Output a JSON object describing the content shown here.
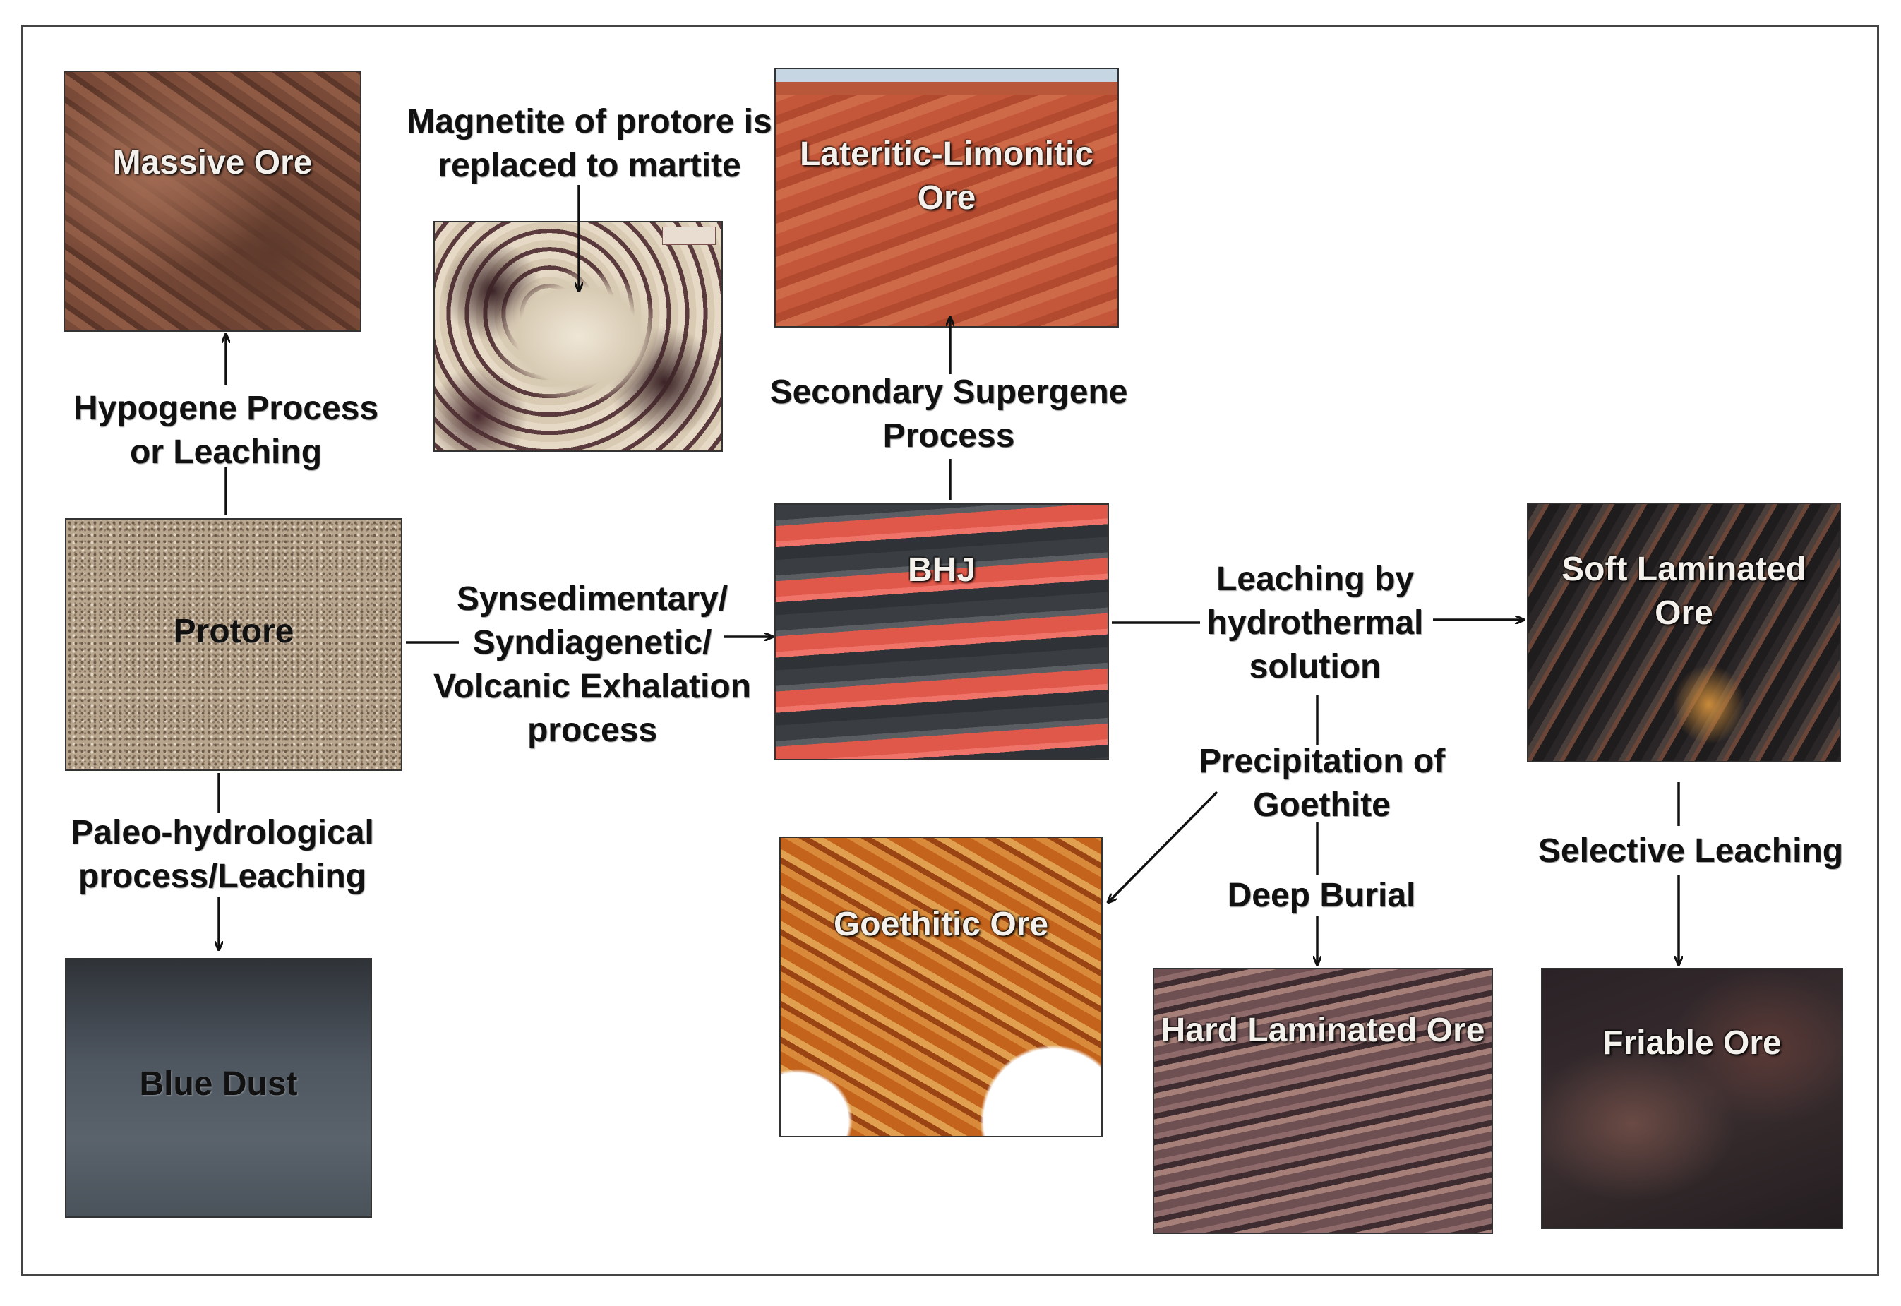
{
  "nodes": {
    "massive_ore": "Massive Ore",
    "protore": "Protore",
    "blue_dust": "Blue Dust",
    "lateritic_limonitic_ore": "Lateritic-Limonitic Ore",
    "bhj": "BHJ",
    "soft_laminated_ore": "Soft Laminated Ore",
    "goethitic_ore": "Goethitic Ore",
    "hard_laminated_ore": "Hard Laminated Ore",
    "friable_ore": "Friable Ore"
  },
  "annotations": {
    "martite_note": "Magnetite of protore is replaced to martite"
  },
  "processes": {
    "hypogene": "Hypogene Process or Leaching",
    "paleo_hydrological": "Paleo-hydrological process/Leaching",
    "synsedimentary": "Synsedimentary/ Syndiagenetic/ Volcanic Exhalation process",
    "secondary_supergene": "Secondary Supergene Process",
    "leaching_hydrothermal": "Leaching by hydrothermal solution",
    "precipitation_goethite": "Precipitation of Goethite",
    "deep_burial": "Deep Burial",
    "selective_leaching": "Selective Leaching"
  },
  "colors": {
    "arrow": "#111111",
    "frame": "#444444"
  }
}
